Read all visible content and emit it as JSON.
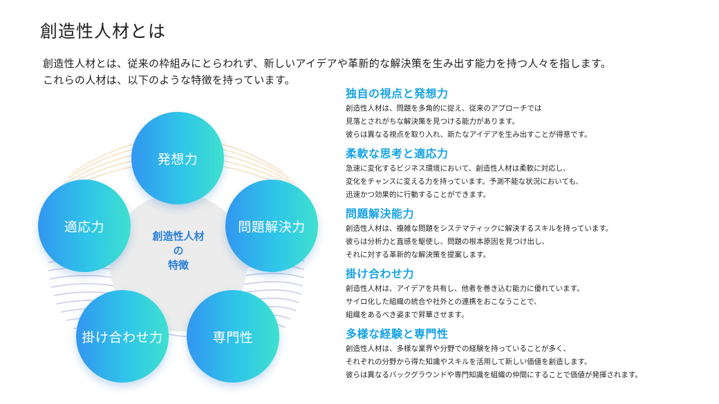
{
  "title": "創造性人材とは",
  "intro": [
    "創造性人材とは、従来の枠組みにとらわれず、新しいアイデアや革新的な解決策を生み出す能力を持つ人々を指します。",
    "これらの人材は、以下のような特徴を持っています。"
  ],
  "diagram": {
    "center": [
      "創造性人材",
      "の",
      "特徴"
    ],
    "nodes": [
      "発想力",
      "問題解決力",
      "専門性",
      "掛け合わせ力",
      "適応力"
    ],
    "colors": {
      "gradient_start": "#3296f0",
      "gradient_end": "#3fe0cf",
      "center_bg": "#ececec",
      "center_text": "#2a7fd8"
    }
  },
  "features": [
    {
      "title": "独自の視点と発想力",
      "lines": [
        "創造性人材は、問題を多角的に捉え、従来のアプローチでは",
        "見落とされがちな解決策を見つける能力があります。",
        "彼らは異なる視点を取り入れ、新たなアイデアを生み出すことが得意です。"
      ]
    },
    {
      "title": "柔軟な思考と適応力",
      "lines": [
        "急速に変化するビジネス環境において、創造性人材は柔軟に対応し、",
        "変化をチャンスに変える力を持っています。予測不能な状況においても、",
        "迅速かつ効果的に行動することができます。"
      ]
    },
    {
      "title": "問題解決能力",
      "lines": [
        "創造性人材は、複雑な問題をシステマティックに解決するスキルを持っています。",
        "彼らは分析力と直感を駆使し、問題の根本原因を見つけ出し、",
        "それに対する革新的な解決策を提案します。"
      ]
    },
    {
      "title": "掛け合わせ力",
      "lines": [
        "創造性人材は、アイデアを共有し、他者を巻き込む能力に優れています。",
        "サイロ化した組織の統合や社外との連携をおこなうことで、",
        "組織をあるべき姿まで昇華させます。"
      ]
    },
    {
      "title": "多様な経験と専門性",
      "lines": [
        "創造性人材は、多様な業界や分野での経験を持っていることが多く、",
        "それぞれの分野から得た知識やスキルを活用して新しい価値を創造します。",
        "彼らは異なるバックグラウンドや専門知識を組織の仲間にすることで価値が発揮されます。"
      ]
    }
  ],
  "title_color": "#17a3e6"
}
